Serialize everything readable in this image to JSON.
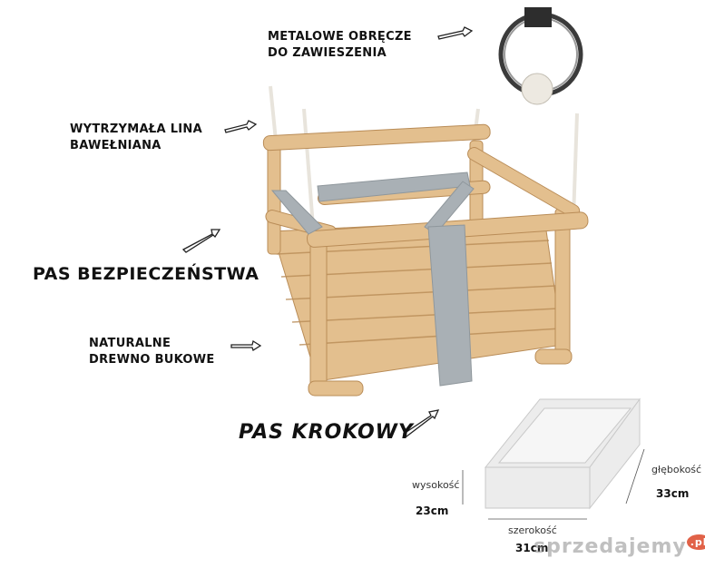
{
  "labels": {
    "rings_line1": "METALOWE OBRĘCZE",
    "rings_line2": "DO ZAWIESZENIA",
    "rope_line1": "WYTRZYMAŁA LINA",
    "rope_line2": "BAWEŁNIANA",
    "belt": "PAS BEZPIECZEŃSTWA",
    "wood_line1": "NATURALNE",
    "wood_line2": "DREWNO BUKOWE",
    "crotch": "PAS KROKOWY"
  },
  "dimensions": {
    "height_label": "wysokość",
    "height_value": "23cm",
    "width_label": "szerokość",
    "width_value": "31cm",
    "depth_label": "głębokość",
    "depth_value": "33cm"
  },
  "watermark": {
    "text": "sprzedajemy",
    "suffix": ".pl"
  },
  "colors": {
    "wood": "#e3bf8e",
    "wood_dark": "#b98c57",
    "strap": "#a9b0b5",
    "rope": "#f2efe9"
  }
}
